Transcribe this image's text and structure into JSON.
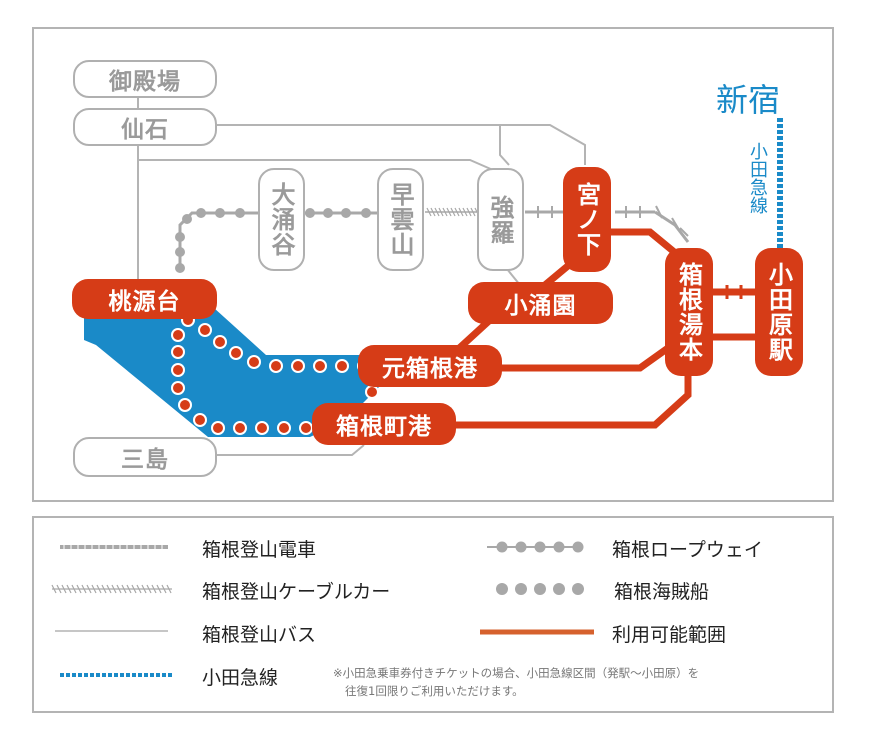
{
  "map": {
    "colors": {
      "usable_range": "#d63c17",
      "odakyu": "#1a8ac8",
      "lake": "#1a8ac8",
      "inactive": "#9a9a9a"
    },
    "stations_inactive": {
      "gotemba": "御殿場",
      "sengokuhara": "仙石",
      "owakudani": "大涌谷",
      "sounzan": "早雲山",
      "gora": "強羅",
      "mishima": "三島"
    },
    "stations_usable": {
      "togendai": "桃源台",
      "miyanoshita": "宮ノ下",
      "kowakien": "小涌園",
      "motohakone": "元箱根港",
      "hakonemachi": "箱根町港",
      "yumoto": "箱根湯本",
      "odawara": "小田原駅"
    },
    "shinjuku": "新宿",
    "odakyu_line_label": "小田急線"
  },
  "legend": {
    "items": [
      {
        "label": "箱根登山電車",
        "symbol": "railway"
      },
      {
        "label": "箱根登山ケーブルカー",
        "symbol": "cablecar"
      },
      {
        "label": "箱根登山バス",
        "symbol": "bus"
      },
      {
        "label": "小田急線",
        "symbol": "odakyu"
      },
      {
        "label": "箱根ロープウェイ",
        "symbol": "ropeway"
      },
      {
        "label": "箱根海賊船",
        "symbol": "pirate-ship"
      },
      {
        "label": "利用可能範囲",
        "symbol": "usable-range"
      }
    ],
    "note_line1": "※小田急乗車券付きチケットの場合、小田急線区間（発駅〜小田原）を",
    "note_line2": "往復1回限りご利用いただけます。"
  }
}
